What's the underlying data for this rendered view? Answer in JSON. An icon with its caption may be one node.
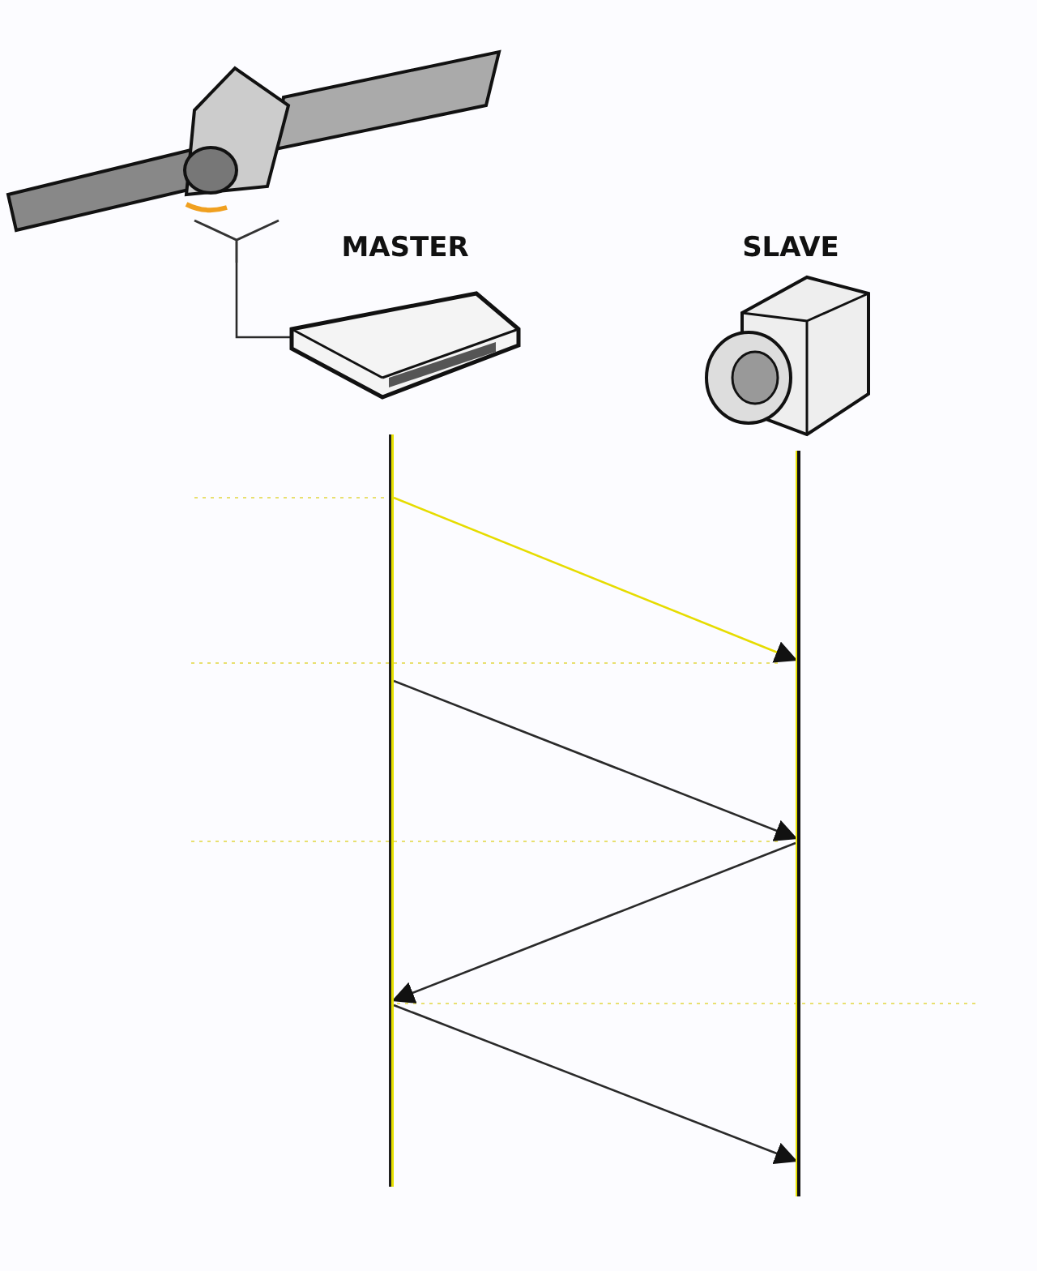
{
  "diagram": {
    "nodes": [
      {
        "text": [],
        "shape": "picture"
      },
      {
        "text": [],
        "shape": "picture"
      },
      {
        "text": [
          "MASTER"
        ]
      },
      {
        "text": [
          "SLAVE"
        ]
      },
      {
        "text": [],
        "shape": "bar"
      },
      {
        "text": [],
        "shape": "bar"
      }
    ],
    "edges": [
      {
        "from": 1,
        "to": 2,
        "arrow": "none"
      },
      {
        "from": 4,
        "to": 5,
        "arrow": "to",
        "color": "#e6dc00"
      },
      {
        "from": 4,
        "to": 5,
        "arrow": "to"
      },
      {
        "from": 5,
        "to": 4,
        "arrow": "to"
      },
      {
        "from": 4,
        "to": 5,
        "arrow": "to"
      }
    ]
  }
}
